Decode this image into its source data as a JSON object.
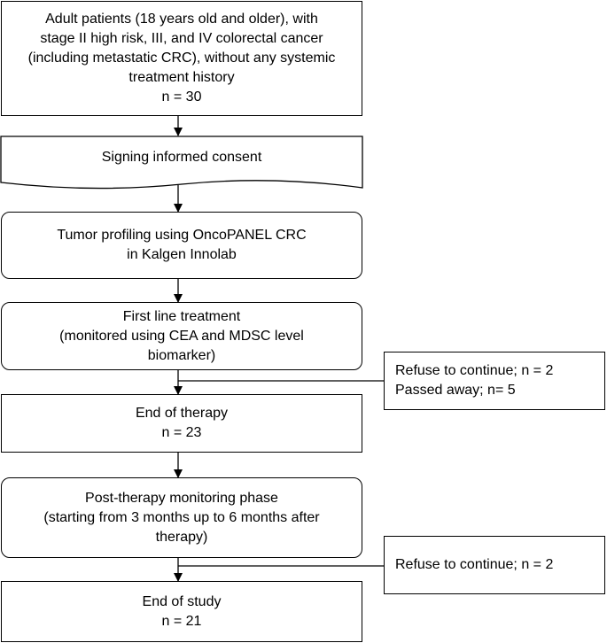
{
  "flowchart": {
    "nodes": [
      {
        "id": "eligibility",
        "shape": "rectangle",
        "lines": [
          "Adult patients (18 years old and older), with",
          "stage II high risk, III, and IV colorectal cancer",
          "(including metastatic CRC), without any systemic",
          "treatment history",
          "n = 30"
        ]
      },
      {
        "id": "consent",
        "shape": "document",
        "lines": [
          "Signing informed consent"
        ]
      },
      {
        "id": "profiling",
        "shape": "rounded-rectangle",
        "lines": [
          "Tumor profiling using OncoPANEL CRC",
          "in Kalgen Innolab"
        ]
      },
      {
        "id": "first-line",
        "shape": "rounded-rectangle",
        "lines": [
          "First line treatment",
          "(monitored using CEA and MDSC level",
          "biomarker)"
        ]
      },
      {
        "id": "dropout-1",
        "shape": "rectangle",
        "lines": [
          "Refuse to continue; n = 2",
          "Passed away; n= 5"
        ]
      },
      {
        "id": "end-therapy",
        "shape": "rectangle",
        "lines": [
          "End of therapy",
          "n = 23"
        ]
      },
      {
        "id": "post-therapy",
        "shape": "rounded-rectangle",
        "lines": [
          "Post-therapy monitoring phase",
          "(starting from 3 months up to 6 months after",
          "therapy)"
        ]
      },
      {
        "id": "dropout-2",
        "shape": "rectangle",
        "lines": [
          "Refuse to continue; n = 2"
        ]
      },
      {
        "id": "end-study",
        "shape": "rectangle",
        "lines": [
          "End of study",
          "n = 21"
        ]
      }
    ],
    "edges": [
      {
        "from": "eligibility",
        "to": "consent",
        "type": "arrow"
      },
      {
        "from": "consent",
        "to": "profiling",
        "type": "arrow"
      },
      {
        "from": "profiling",
        "to": "first-line",
        "type": "arrow"
      },
      {
        "from": "first-line",
        "to": "end-therapy",
        "type": "arrow"
      },
      {
        "from": "first-line",
        "to": "dropout-1",
        "type": "line"
      },
      {
        "from": "end-therapy",
        "to": "post-therapy",
        "type": "arrow"
      },
      {
        "from": "post-therapy",
        "to": "end-study",
        "type": "arrow"
      },
      {
        "from": "post-therapy",
        "to": "dropout-2",
        "type": "line"
      }
    ]
  }
}
